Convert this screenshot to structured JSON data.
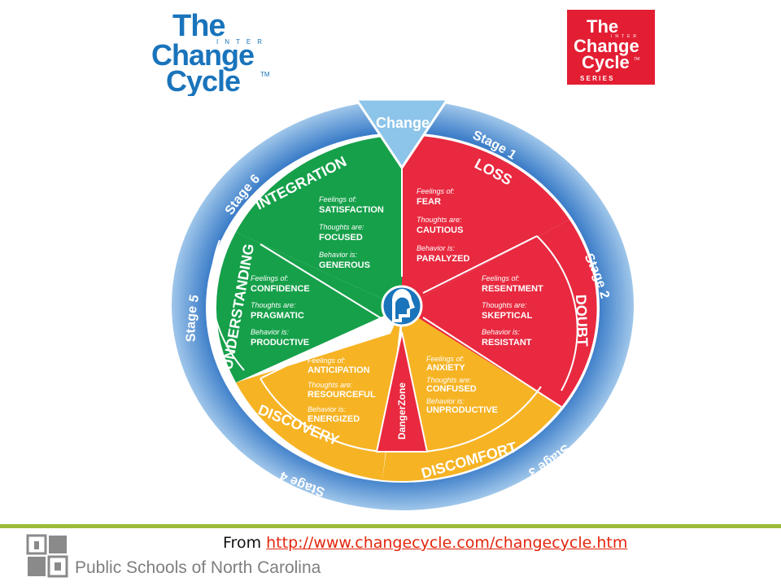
{
  "logo_left": {
    "word1": "The",
    "word2": "INTER",
    "word3": "Change",
    "word4": "Cycle",
    "mark": "TM"
  },
  "logo_right": {
    "word1": "The",
    "word2": "INTER",
    "word3": "Change",
    "word4": "Cycle",
    "mark": "TM",
    "series": "S E R I E S"
  },
  "diagram": {
    "top_label": "Change",
    "center_icon": "head-profile-icon",
    "danger_zone": "DangerZone",
    "stages": [
      {
        "stage": "Stage 1",
        "name": "LOSS",
        "color": "#e8293f",
        "lines": [
          [
            "Feelings of:",
            "FEAR"
          ],
          [
            "Thoughts are:",
            "CAUTIOUS"
          ],
          [
            "Behavior is:",
            "PARALYZED"
          ]
        ]
      },
      {
        "stage": "Stage 2",
        "name": "DOUBT",
        "color": "#e8293f",
        "lines": [
          [
            "Feelings of:",
            "RESENTMENT"
          ],
          [
            "Thoughts are:",
            "SKEPTICAL"
          ],
          [
            "Behavior is:",
            "RESISTANT"
          ]
        ]
      },
      {
        "stage": "Stage 3",
        "name": "DISCOMFORT",
        "color": "#f6b324",
        "lines": [
          [
            "Feelings of:",
            "ANXIETY"
          ],
          [
            "Thoughts are:",
            "CONFUSED"
          ],
          [
            "Behavior is:",
            "UNPRODUCTIVE"
          ]
        ]
      },
      {
        "stage": "Stage 4",
        "name": "DISCOVERY",
        "color": "#f6b324",
        "lines": [
          [
            "Feelings of:",
            "ANTICIPATION"
          ],
          [
            "Thoughts are:",
            "RESOURCEFUL"
          ],
          [
            "Behavior is:",
            "ENERGIZED"
          ]
        ]
      },
      {
        "stage": "Stage 5",
        "name": "UNDERSTANDING",
        "color": "#16a04a",
        "lines": [
          [
            "Feelings of:",
            "CONFIDENCE"
          ],
          [
            "Thoughts are:",
            "PRAGMATIC"
          ],
          [
            "Behavior is:",
            "PRODUCTIVE"
          ]
        ]
      },
      {
        "stage": "Stage 6",
        "name": "INTEGRATION",
        "color": "#16a04a",
        "lines": [
          [
            "Feelings of:",
            "SATISFACTION"
          ],
          [
            "Thoughts are:",
            "FOCUSED"
          ],
          [
            "Behavior is:",
            "GENEROUS"
          ]
        ]
      }
    ]
  },
  "footer": {
    "source_prefix": "From ",
    "source_url": "http://www.changecycle.com/changecycle.htm",
    "org_name": "Public Schools of North Carolina",
    "divider_color": "#9bbb3b"
  }
}
